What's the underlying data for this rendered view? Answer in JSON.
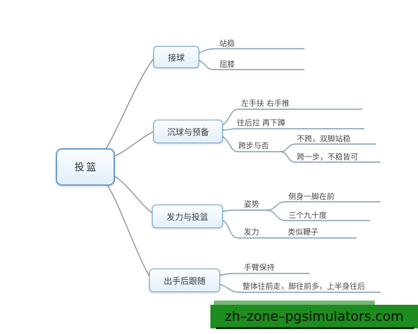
{
  "root": {
    "label": "投篮"
  },
  "branches": [
    {
      "label": "接球",
      "children": [
        {
          "label": "站稳"
        },
        {
          "label": "屈膝"
        }
      ]
    },
    {
      "label": "沉球与预备",
      "children": [
        {
          "label": "左手扶 右手推"
        },
        {
          "label": "往后拉 再下蹲"
        },
        {
          "label": "跨步与否",
          "children": [
            {
              "label": "不跨，双脚站稳"
            },
            {
              "label": "跨一步，不稳皆可"
            }
          ]
        }
      ]
    },
    {
      "label": "发力与投篮",
      "children": [
        {
          "label": "姿势",
          "children": [
            {
              "label": "侧身一脚在前"
            },
            {
              "label": "三个九十度"
            }
          ]
        },
        {
          "label": "发力",
          "children": [
            {
              "label": "类似鞭子"
            }
          ]
        }
      ]
    },
    {
      "label": "出手后跟随",
      "children": [
        {
          "label": "手臂保持"
        },
        {
          "label": "整体往前走，脚往前多，上半身往后"
        }
      ]
    }
  ],
  "watermark": {
    "text": "zh–zone–pgsimulators.com"
  },
  "colors": {
    "node_fill": "#e2eff9",
    "node_border": "#6a9cc9",
    "root_connector": "#8f8f8f",
    "branch_line": "#7d9cb5",
    "watermark_green": "#1e8c1e",
    "watermark_light_green": "#74b674",
    "watermark_text": "#0c0c0c"
  }
}
